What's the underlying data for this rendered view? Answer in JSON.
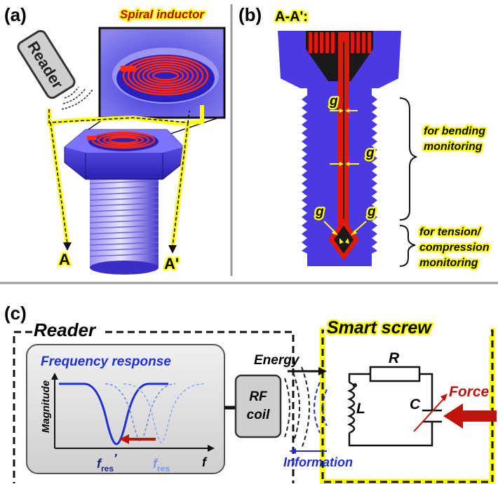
{
  "panels": {
    "a": {
      "label": "(a)",
      "reader_label": "Reader",
      "inset_title": "Spiral inductor",
      "section_start": "A",
      "section_end": "A'"
    },
    "b": {
      "label": "(b)",
      "section_title": "A-A':",
      "gap_symbol": "g",
      "bending_note_1": "for bending",
      "bending_note_2": "monitoring",
      "tension_note_1": "for tension/",
      "tension_note_2": "compression",
      "tension_note_3": "monitoring"
    },
    "c": {
      "label": "(c)",
      "reader_title": "Reader",
      "smart_screw_title": "Smart screw",
      "freq_response_title": "Frequency response",
      "y_axis_label": "Magnitude",
      "x_axis_label": "f",
      "f_res_prime": "f",
      "f_res_prime_sub": "res",
      "f_res_prime_mark": "'",
      "f_res": "f",
      "f_res_sub": "res",
      "rf_coil_line1": "RF",
      "rf_coil_line2": "coil",
      "energy_label": "Energy",
      "information_label": "Information",
      "resistor_label": "R",
      "inductor_label": "L",
      "capacitor_label": "C",
      "force_label": "Force"
    }
  },
  "colors": {
    "bolt_blue": "#5a4ae6",
    "conductor_red": "#e01a0a",
    "highlight_yellow": "#ffff00",
    "response_blue": "#1e2fd6",
    "force_red": "#c0140a",
    "panel_gray": "#d9d9d9"
  }
}
